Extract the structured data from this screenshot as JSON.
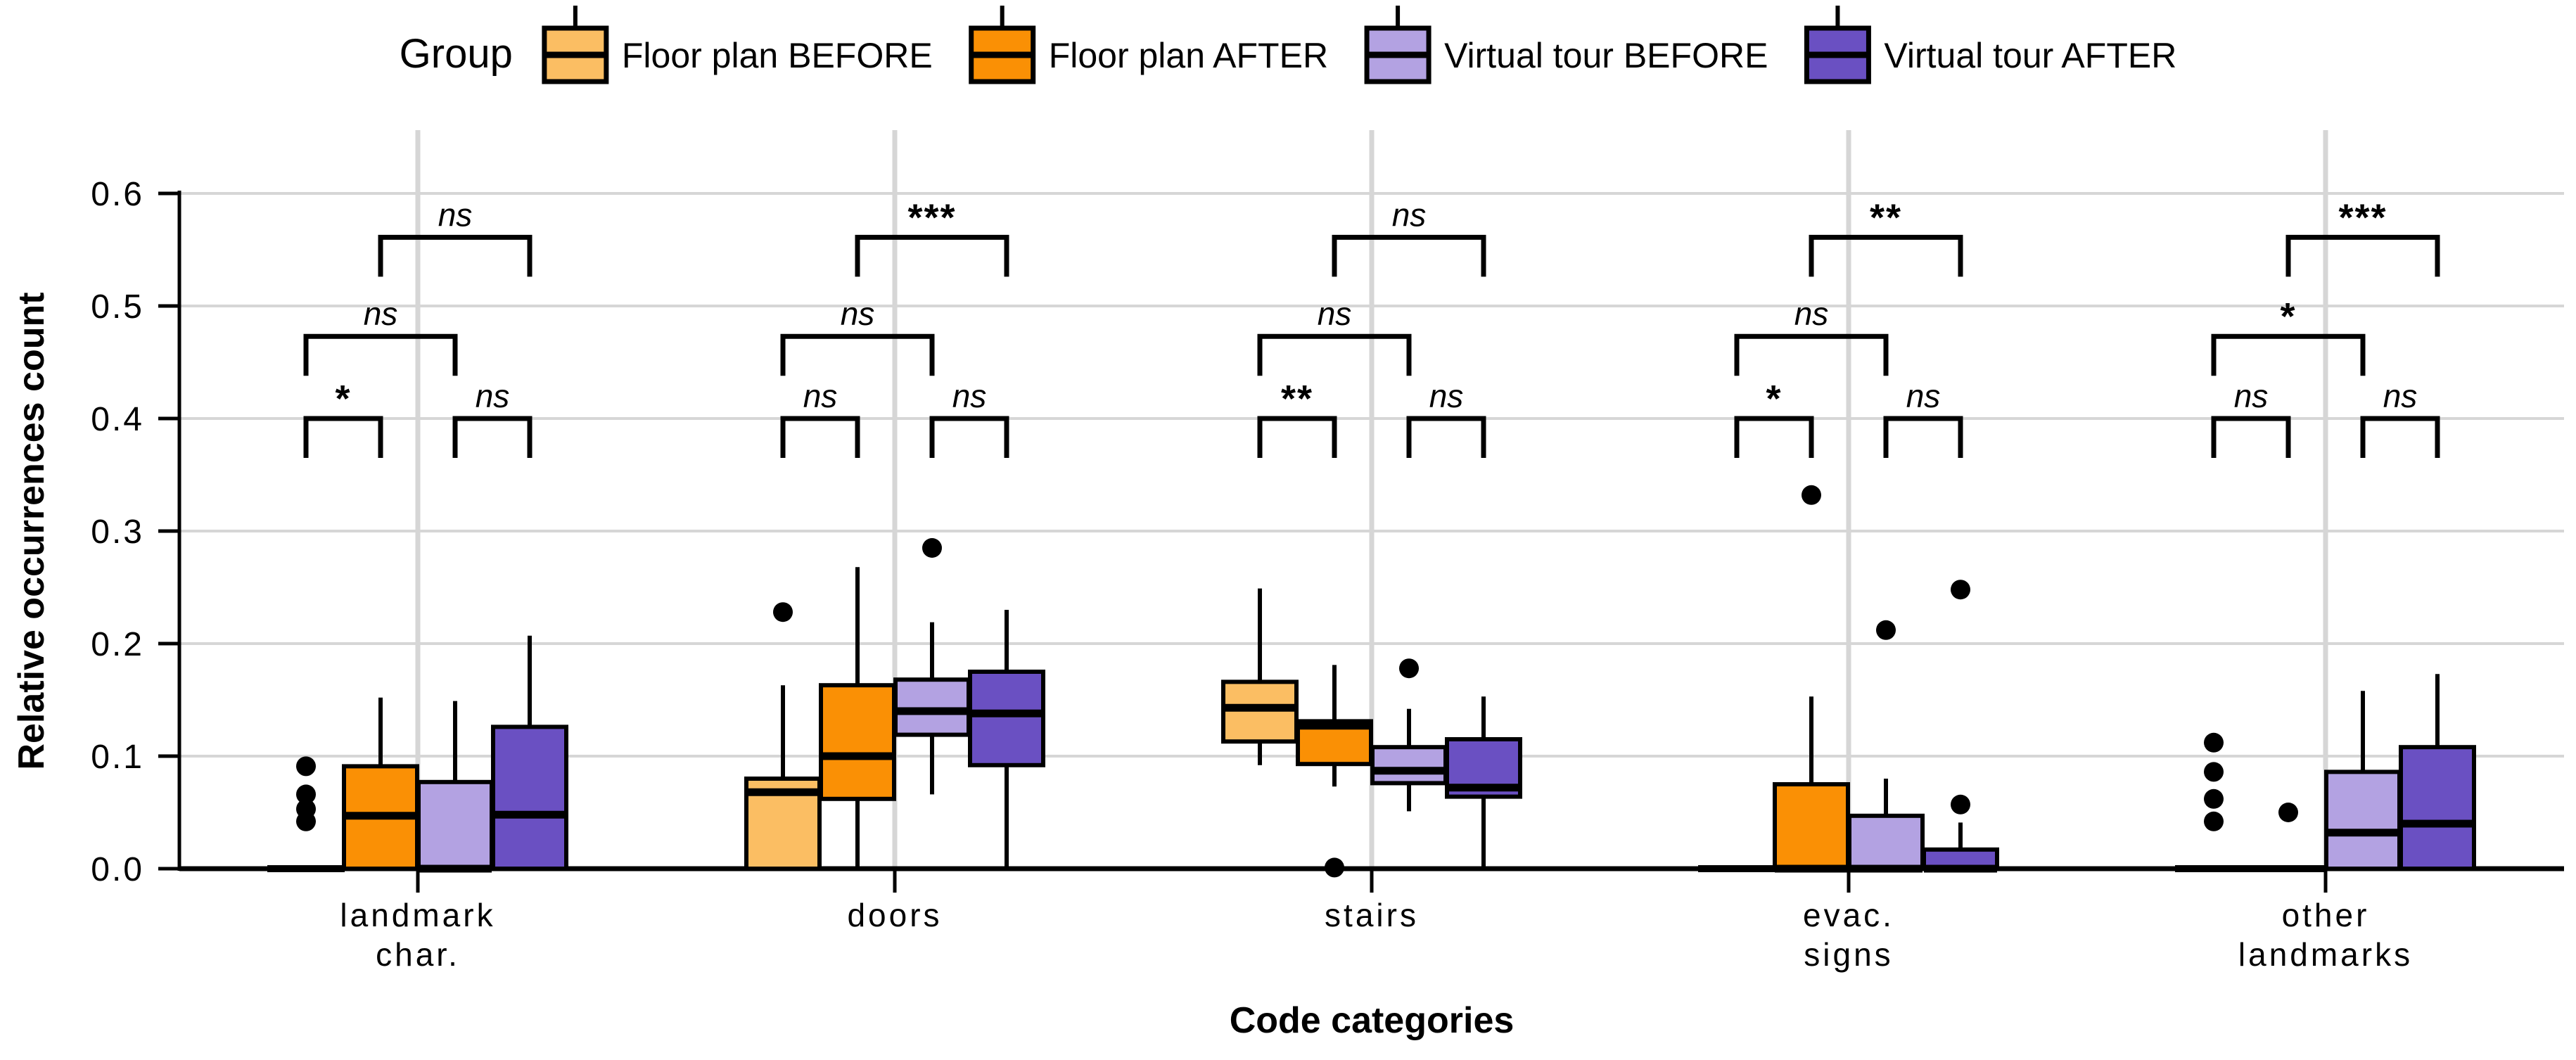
{
  "chart_data": {
    "type": "boxplot",
    "title": "",
    "xlabel": "Code categories",
    "ylabel": "Relative occurrences count",
    "ylim": [
      0,
      0.6
    ],
    "yticks": [
      0,
      0.1,
      0.2,
      0.3,
      0.4,
      0.5,
      0.6
    ],
    "ytick_labels": [
      "0.0",
      "0.1",
      "0.2",
      "0.3",
      "0.4",
      "0.5",
      "0.6"
    ],
    "grid": true,
    "colors": {
      "floor_plan_before": "#FBBE63",
      "floor_plan_after": "#FA9005",
      "virtual_tour_before": "#B3A2E2",
      "virtual_tour_after": "#6A50C2",
      "gridline": "#D6D6D6",
      "ink": "#000000"
    },
    "legend": {
      "title": "Group",
      "position": "top",
      "items": [
        {
          "label": "Floor plan BEFORE",
          "color": "#FBBE63"
        },
        {
          "label": "Floor plan AFTER",
          "color": "#FA9005"
        },
        {
          "label": "Virtual tour BEFORE",
          "color": "#B3A2E2"
        },
        {
          "label": "Virtual tour AFTER",
          "color": "#6A50C2"
        }
      ]
    },
    "categories": [
      {
        "id": "landmark-char",
        "lines": [
          "landmark",
          "char."
        ]
      },
      {
        "id": "doors",
        "lines": [
          "doors"
        ]
      },
      {
        "id": "stairs",
        "lines": [
          "stairs"
        ]
      },
      {
        "id": "evac-signs",
        "lines": [
          "evac.",
          "signs"
        ]
      },
      {
        "id": "other-landmarks",
        "lines": [
          "other",
          "landmarks"
        ]
      }
    ],
    "series": [
      {
        "name": "Floor plan BEFORE",
        "color": "#FBBE63",
        "boxes": [
          {
            "whislo": 0,
            "q1": 0,
            "med": 0,
            "q3": 0,
            "whishi": 0,
            "outliers": [
              0.042,
              0.053,
              0.066,
              0.091
            ]
          },
          {
            "whislo": 0,
            "q1": 0,
            "med": 0.068,
            "q3": 0.08,
            "whishi": 0.163,
            "outliers": [
              0.228
            ]
          },
          {
            "whislo": 0.092,
            "q1": 0.113,
            "med": 0.143,
            "q3": 0.166,
            "whishi": 0.249,
            "outliers": []
          },
          {
            "whislo": 0,
            "q1": 0,
            "med": 0,
            "q3": 0,
            "whishi": 0,
            "outliers": []
          },
          {
            "whislo": 0,
            "q1": 0,
            "med": 0,
            "q3": 0,
            "whishi": 0,
            "outliers": [
              0.042,
              0.062,
              0.086,
              0.112
            ]
          }
        ]
      },
      {
        "name": "Floor plan AFTER",
        "color": "#FA9005",
        "boxes": [
          {
            "whislo": 0,
            "q1": 0,
            "med": 0.047,
            "q3": 0.091,
            "whishi": 0.152,
            "outliers": []
          },
          {
            "whislo": 0,
            "q1": 0.062,
            "med": 0.1,
            "q3": 0.163,
            "whishi": 0.268,
            "outliers": []
          },
          {
            "whislo": 0.073,
            "q1": 0.093,
            "med": 0.127,
            "q3": 0.131,
            "whishi": 0.181,
            "outliers": [
              0.001
            ]
          },
          {
            "whislo": 0,
            "q1": 0,
            "med": 0,
            "q3": 0.075,
            "whishi": 0.153,
            "outliers": [
              0.332
            ]
          },
          {
            "whislo": 0,
            "q1": 0,
            "med": 0,
            "q3": 0,
            "whishi": 0,
            "outliers": [
              0.05
            ]
          }
        ]
      },
      {
        "name": "Virtual tour BEFORE",
        "color": "#B3A2E2",
        "boxes": [
          {
            "whislo": 0,
            "q1": 0,
            "med": 0,
            "q3": 0.077,
            "whishi": 0.149,
            "outliers": []
          },
          {
            "whislo": 0.066,
            "q1": 0.119,
            "med": 0.14,
            "q3": 0.168,
            "whishi": 0.219,
            "outliers": [
              0.285
            ]
          },
          {
            "whislo": 0.051,
            "q1": 0.076,
            "med": 0.087,
            "q3": 0.108,
            "whishi": 0.142,
            "outliers": [
              0.178
            ]
          },
          {
            "whislo": 0,
            "q1": 0,
            "med": 0,
            "q3": 0.047,
            "whishi": 0.08,
            "outliers": [
              0.212
            ]
          },
          {
            "whislo": 0,
            "q1": 0,
            "med": 0.032,
            "q3": 0.086,
            "whishi": 0.158,
            "outliers": []
          }
        ]
      },
      {
        "name": "Virtual tour AFTER",
        "color": "#6A50C2",
        "boxes": [
          {
            "whislo": 0,
            "q1": 0,
            "med": 0.048,
            "q3": 0.126,
            "whishi": 0.207,
            "outliers": []
          },
          {
            "whislo": 0,
            "q1": 0.092,
            "med": 0.138,
            "q3": 0.175,
            "whishi": 0.23,
            "outliers": []
          },
          {
            "whislo": 0,
            "q1": 0.064,
            "med": 0.072,
            "q3": 0.115,
            "whishi": 0.153,
            "outliers": []
          },
          {
            "whislo": 0,
            "q1": 0,
            "med": 0,
            "q3": 0.017,
            "whishi": 0.041,
            "outliers": [
              0.057,
              0.248
            ]
          },
          {
            "whislo": 0,
            "q1": 0,
            "med": 0.04,
            "q3": 0.108,
            "whishi": 0.173,
            "outliers": []
          }
        ]
      }
    ],
    "significance": {
      "levels": {
        "low": 0.4,
        "mid": 0.473,
        "top": 0.561,
        "tick_drop": 0.035
      },
      "pairs": [
        {
          "category": 0,
          "groups": [
            0,
            1
          ],
          "level": "low",
          "label": "*"
        },
        {
          "category": 0,
          "groups": [
            2,
            3
          ],
          "level": "low",
          "label": "ns"
        },
        {
          "category": 0,
          "groups": [
            0,
            2
          ],
          "level": "mid",
          "label": "ns"
        },
        {
          "category": 0,
          "groups": [
            1,
            3
          ],
          "level": "top",
          "label": "ns"
        },
        {
          "category": 1,
          "groups": [
            0,
            1
          ],
          "level": "low",
          "label": "ns"
        },
        {
          "category": 1,
          "groups": [
            2,
            3
          ],
          "level": "low",
          "label": "ns"
        },
        {
          "category": 1,
          "groups": [
            0,
            2
          ],
          "level": "mid",
          "label": "ns"
        },
        {
          "category": 1,
          "groups": [
            1,
            3
          ],
          "level": "top",
          "label": "***"
        },
        {
          "category": 2,
          "groups": [
            0,
            1
          ],
          "level": "low",
          "label": "**"
        },
        {
          "category": 2,
          "groups": [
            2,
            3
          ],
          "level": "low",
          "label": "ns"
        },
        {
          "category": 2,
          "groups": [
            0,
            2
          ],
          "level": "mid",
          "label": "ns"
        },
        {
          "category": 2,
          "groups": [
            1,
            3
          ],
          "level": "top",
          "label": "ns"
        },
        {
          "category": 3,
          "groups": [
            0,
            1
          ],
          "level": "low",
          "label": "*"
        },
        {
          "category": 3,
          "groups": [
            2,
            3
          ],
          "level": "low",
          "label": "ns"
        },
        {
          "category": 3,
          "groups": [
            0,
            2
          ],
          "level": "mid",
          "label": "ns"
        },
        {
          "category": 3,
          "groups": [
            1,
            3
          ],
          "level": "top",
          "label": "**"
        },
        {
          "category": 4,
          "groups": [
            0,
            1
          ],
          "level": "low",
          "label": "ns"
        },
        {
          "category": 4,
          "groups": [
            2,
            3
          ],
          "level": "low",
          "label": "ns"
        },
        {
          "category": 4,
          "groups": [
            0,
            2
          ],
          "level": "mid",
          "label": "*"
        },
        {
          "category": 4,
          "groups": [
            1,
            3
          ],
          "level": "top",
          "label": "***"
        }
      ]
    }
  }
}
